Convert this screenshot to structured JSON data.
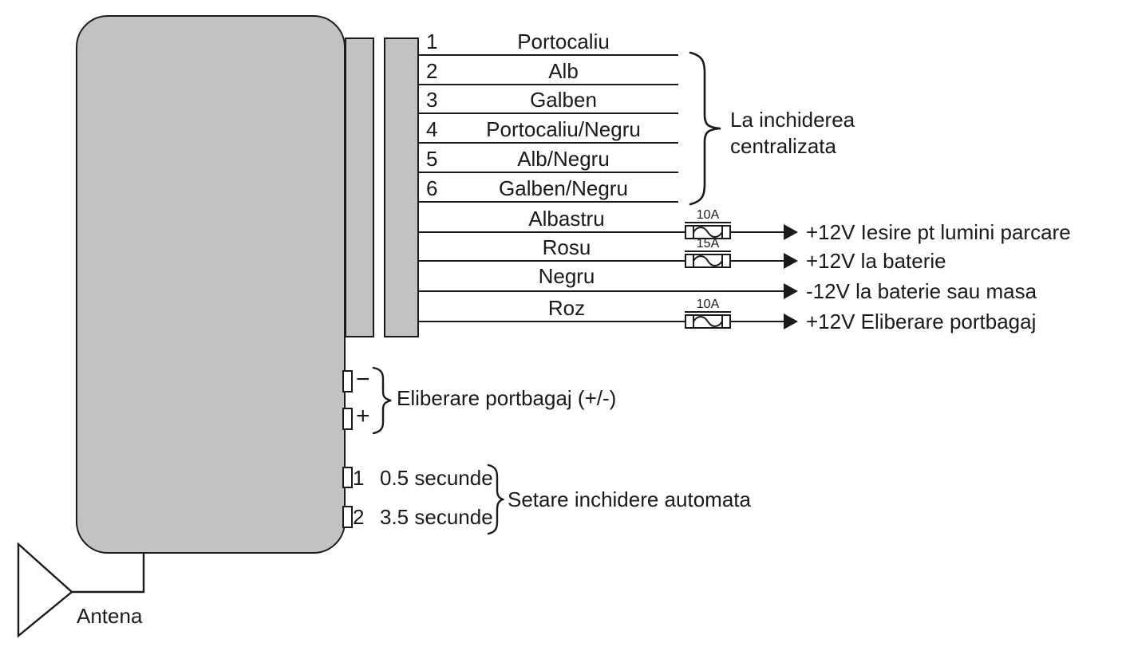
{
  "colors": {
    "unit_fill": "#c2c2c2",
    "line": "#1a1a1a",
    "background": "#ffffff"
  },
  "central_lock_group": {
    "wires": [
      {
        "pin": "1",
        "color": "Portocaliu"
      },
      {
        "pin": "2",
        "color": "Alb"
      },
      {
        "pin": "3",
        "color": "Galben"
      },
      {
        "pin": "4",
        "color": "Portocaliu/Negru"
      },
      {
        "pin": "5",
        "color": "Alb/Negru"
      },
      {
        "pin": "6",
        "color": "Galben/Negru"
      }
    ],
    "caption_line1": "La inchiderea",
    "caption_line2": "centralizata"
  },
  "power_wires": [
    {
      "color": "Albastru",
      "fuse": "10A",
      "destination": "+12V Iesire pt lumini parcare"
    },
    {
      "color": "Rosu",
      "fuse": "15A",
      "destination": "+12V la baterie"
    },
    {
      "color": "Negru",
      "fuse": "",
      "destination": "-12V la baterie sau masa"
    },
    {
      "color": "Roz",
      "fuse": "10A",
      "destination": "+12V Eliberare portbagaj"
    }
  ],
  "trunk_release": {
    "terminal_minus": "−",
    "terminal_plus": "+",
    "caption": "Eliberare portbagaj (+/-)"
  },
  "auto_lock": {
    "options": [
      {
        "pin": "1",
        "time": "0.5 secunde"
      },
      {
        "pin": "2",
        "time": "3.5 secunde"
      }
    ],
    "caption": "Setare inchidere automata"
  },
  "antenna": {
    "caption": "Antena"
  }
}
